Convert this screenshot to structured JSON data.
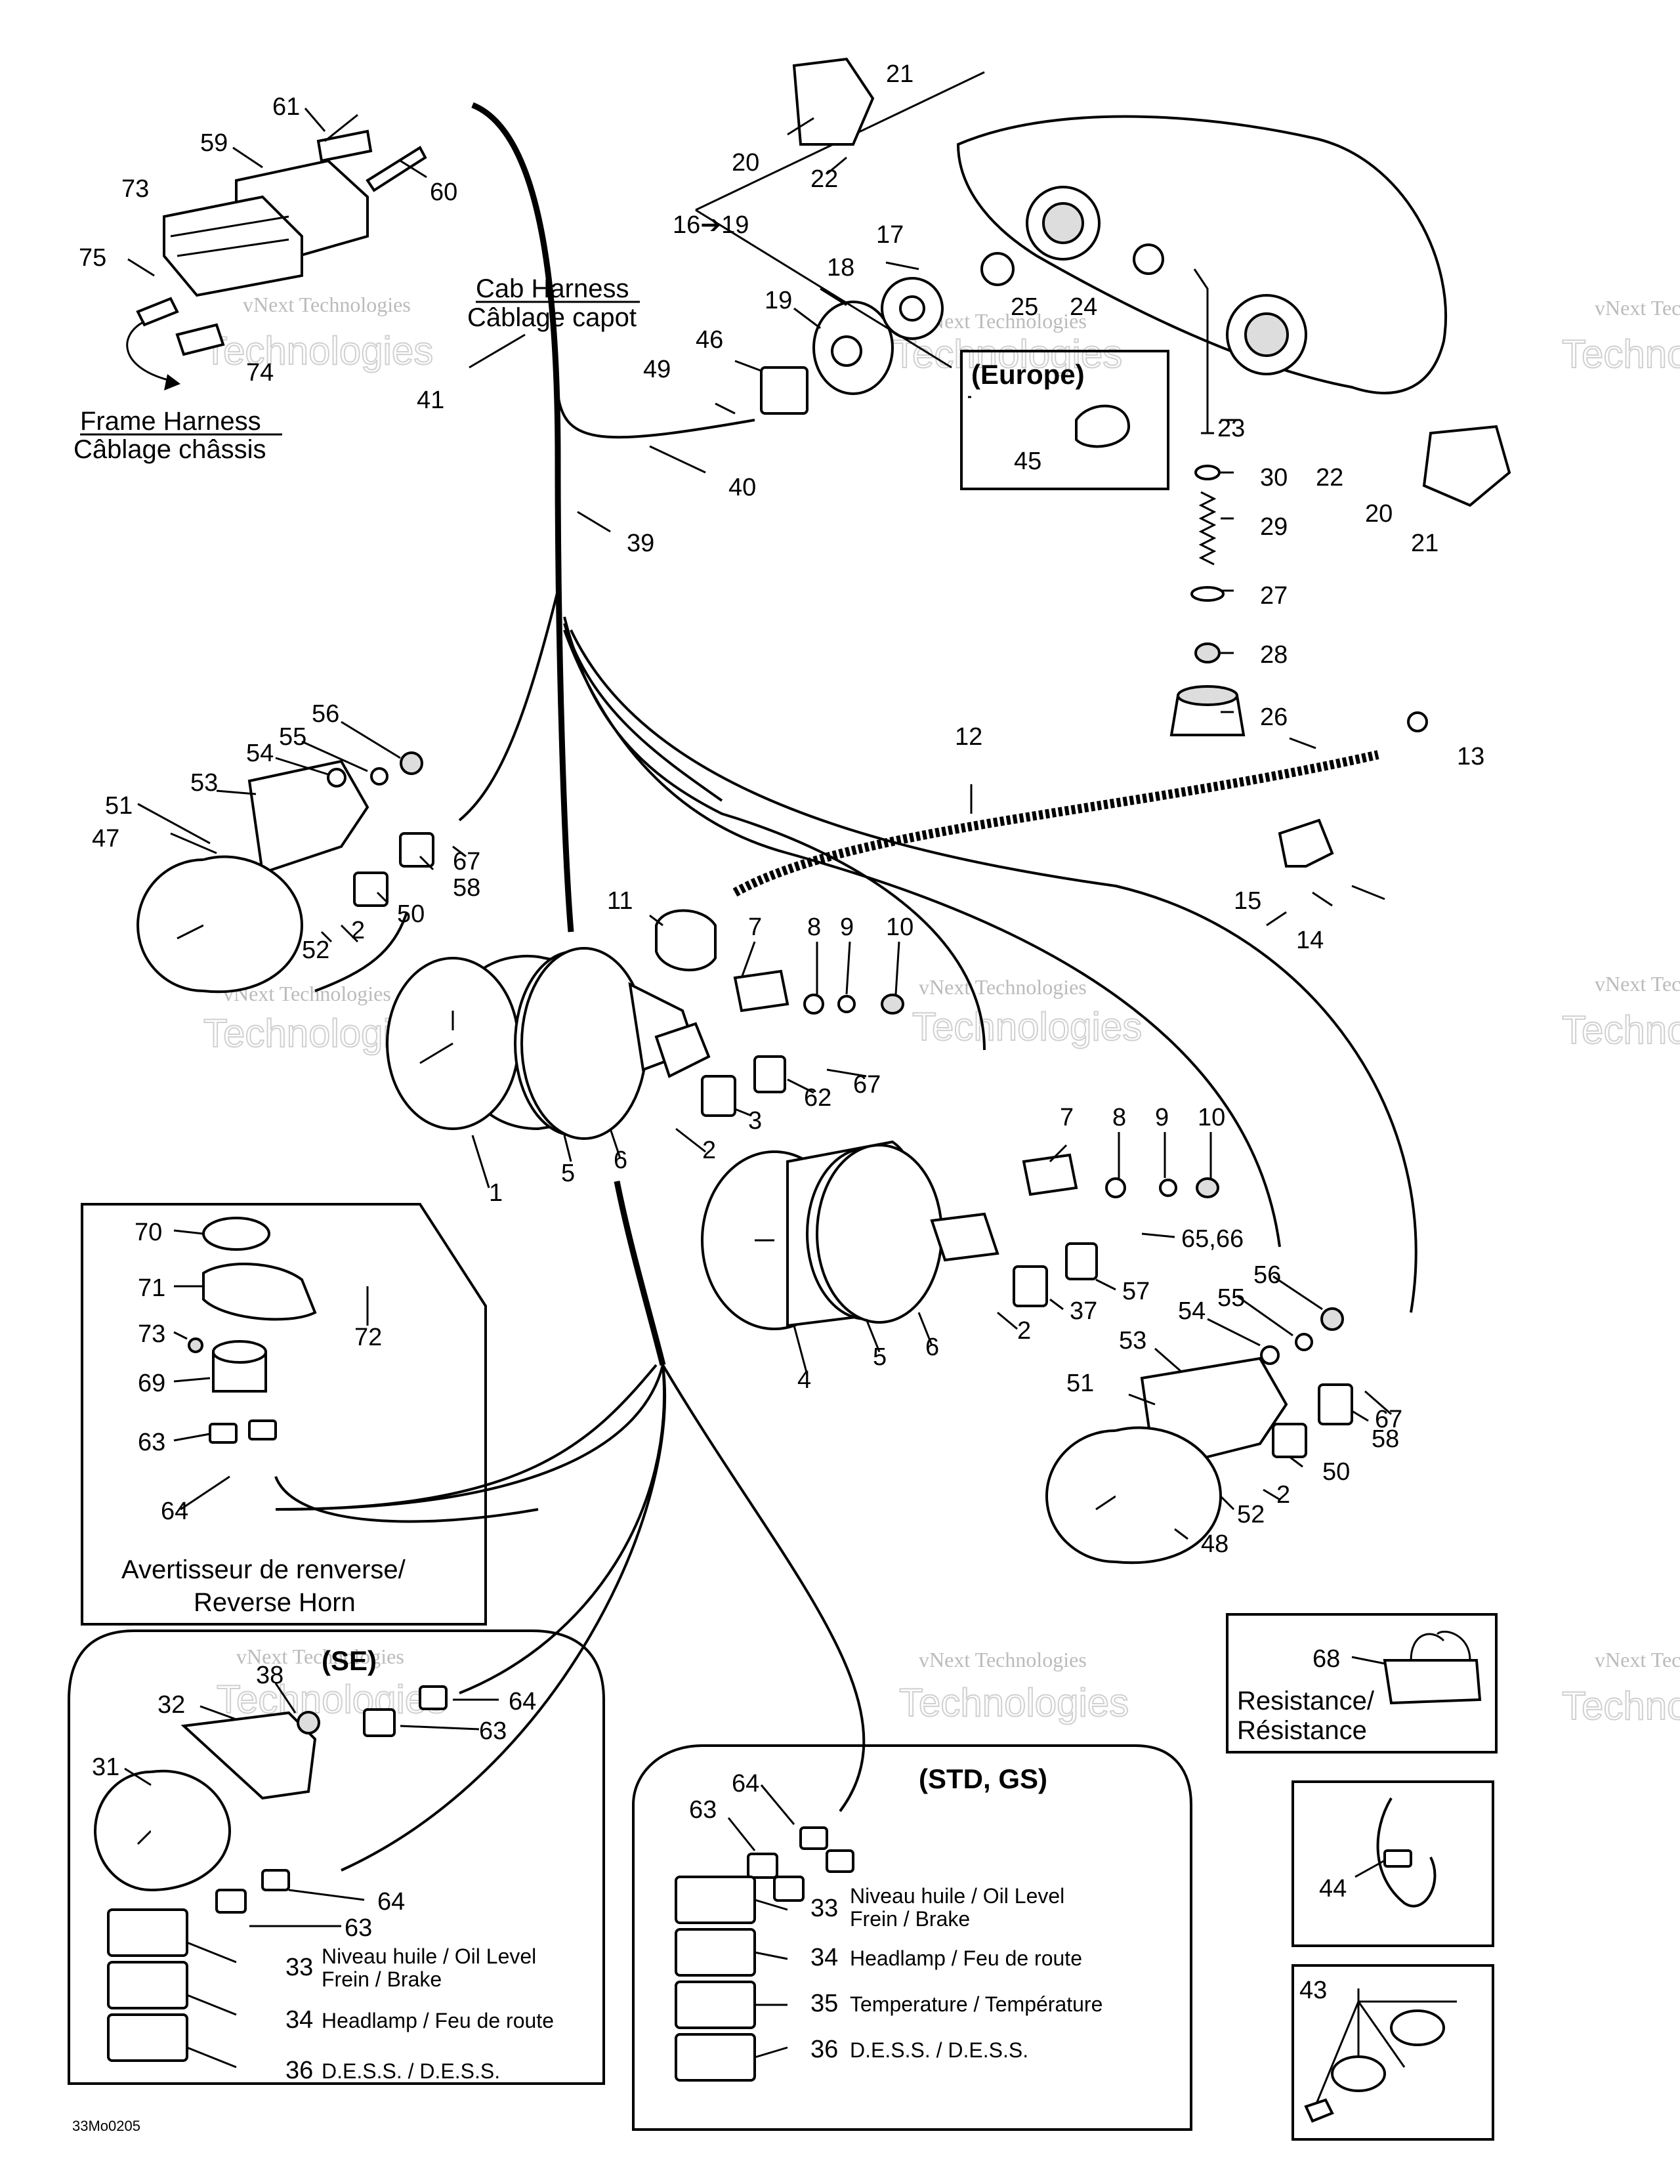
{
  "harness": {
    "cab_en": "Cab Harness",
    "cab_fr": "Câblage capot",
    "frame_en": "Frame Harness",
    "frame_fr": "Câblage châssis"
  },
  "boxes": {
    "europe": "(Europe)",
    "se": "(SE)",
    "std_gs": "(STD, GS)",
    "reverse_fr": "Avertisseur de renverse/",
    "reverse_en": "Reverse Horn",
    "resistance_en": "Resistance/",
    "resistance_fr": "Résistance"
  },
  "switches": {
    "s33": "Niveau huile / Oil Level",
    "s33b": "Frein / Brake",
    "s34": "Headlamp / Feu de route",
    "s35": "Temperature / Température",
    "s36": "D.E.S.S. / D.E.S.S."
  },
  "watermark": {
    "text": "vNext Technologies",
    "word": "Technologies",
    "vnext": "vNext"
  },
  "drawing_code": "33Mo0205",
  "callouts": {
    "c1": "1",
    "c2": "2",
    "c3": "3",
    "c4": "4",
    "c5": "5",
    "c6": "6",
    "c7": "7",
    "c8": "8",
    "c9": "9",
    "c10": "10",
    "c11": "11",
    "c12": "12",
    "c13": "13",
    "c14": "14",
    "c15": "15",
    "c16": "16➔19",
    "c17": "17",
    "c18": "18",
    "c19": "19",
    "c20": "20",
    "c21": "21",
    "c22": "22",
    "c23": "23",
    "c24": "24",
    "c25": "25",
    "c26": "26",
    "c27": "27",
    "c28": "28",
    "c29": "29",
    "c30": "30",
    "c31": "31",
    "c32": "32",
    "c33": "33",
    "c34": "34",
    "c35": "35",
    "c36": "36",
    "c37": "37",
    "c38": "38",
    "c39": "39",
    "c40": "40",
    "c41": "41",
    "c43": "43",
    "c44": "44",
    "c45": "45",
    "c46": "46",
    "c47": "47",
    "c48": "48",
    "c49": "49",
    "c50": "50",
    "c51": "51",
    "c52": "52",
    "c53": "53",
    "c54": "54",
    "c55": "55",
    "c56": "56",
    "c57": "57",
    "c58": "58",
    "c59": "59",
    "c60": "60",
    "c61": "61",
    "c62": "62",
    "c63": "63",
    "c64": "64",
    "c6566": "65,66",
    "c67": "67",
    "c68": "68",
    "c69": "69",
    "c70": "70",
    "c71": "71",
    "c72": "72",
    "c73": "73",
    "c74": "74",
    "c75": "75"
  }
}
